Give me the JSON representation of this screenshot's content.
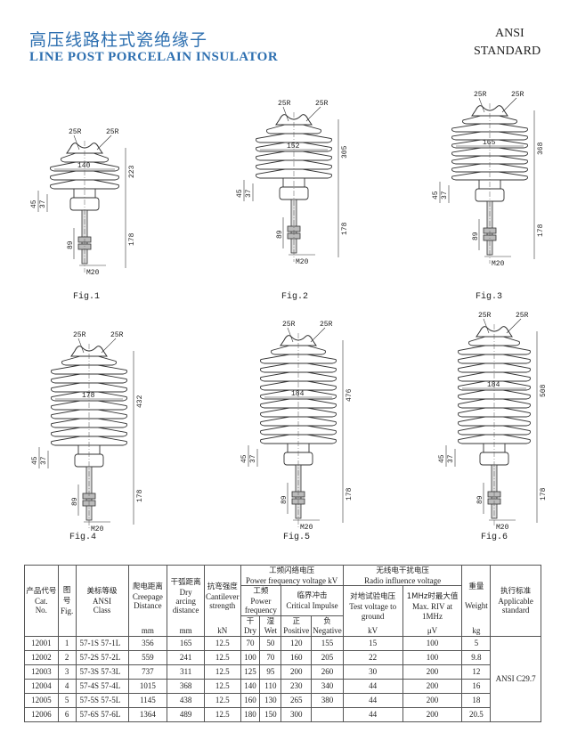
{
  "header": {
    "title_cn": "高压线路柱式瓷绝缘子",
    "title_en": "LINE POST PORCELAIN INSULATOR",
    "standard_line1": "ANSI",
    "standard_line2": "STANDARD"
  },
  "figures": [
    {
      "caption": "Fig.1",
      "top_radius": "25R",
      "side_radius": "25R",
      "diameter": "140",
      "height": "223",
      "dim_45": "45",
      "dim_37": "37",
      "base_height": "178",
      "stud_length": "89",
      "thread": "M20",
      "sheds": 4
    },
    {
      "caption": "Fig.2",
      "top_radius": "25R",
      "side_radius": "25R",
      "diameter": "152",
      "height": "305",
      "dim_45": "45",
      "dim_37": "37",
      "base_height": "178",
      "stud_length": "89",
      "thread": "M20",
      "sheds": 6
    },
    {
      "caption": "Fig.3",
      "top_radius": "25R",
      "side_radius": "25R",
      "diameter": "165",
      "height": "368",
      "dim_45": "45",
      "dim_37": "37",
      "base_height": "178",
      "stud_length": "89",
      "thread": "M20",
      "sheds": 8
    },
    {
      "caption": "Fig.4",
      "top_radius": "25R",
      "side_radius": "25R",
      "diameter": "178",
      "height": "432",
      "dim_45": "45",
      "dim_37": "37",
      "base_height": "178",
      "stud_length": "89",
      "thread": "M20",
      "sheds": 10
    },
    {
      "caption": "Fig.5",
      "top_radius": "25R",
      "side_radius": "25R",
      "diameter": "184",
      "height": "476",
      "dim_45": "45",
      "dim_37": "37",
      "base_height": "178",
      "stud_length": "89",
      "thread": "M20",
      "sheds": 11
    },
    {
      "caption": "Fig.6",
      "top_radius": "25R",
      "side_radius": "25R",
      "diameter": "184",
      "height": "508",
      "dim_45": "45",
      "dim_37": "37",
      "base_height": "178",
      "stud_length": "89",
      "thread": "M20",
      "sheds": 12
    }
  ],
  "table": {
    "headers": {
      "cat_cn": "产品代号",
      "cat_en1": "Cat.",
      "cat_en2": "No.",
      "fig_cn": "图号",
      "fig_en": "Fig.",
      "class_cn": "美标等级",
      "class_en1": "ANSI",
      "class_en2": "Class",
      "creep_cn": "爬电距离",
      "creep_en1": "Creepage",
      "creep_en2": "Distance",
      "creep_unit": "mm",
      "dry_cn": "干弧距离",
      "dry_en1": "Dry",
      "dry_en2": "arcing",
      "dry_en3": "distance",
      "dry_unit": "mm",
      "cant_cn": "抗弯强度",
      "cant_en1": "Cantilever",
      "cant_en2": "strength",
      "cant_unit": "kN",
      "pf_cn": "工频闪络电压",
      "pf_en": "Power frequency voltage kV",
      "pf_sub_cn": "工频",
      "pf_sub_en": "Power frequency",
      "ci_cn": "临界冲击",
      "ci_en": "Critical Impulse",
      "dry_cn2": "干",
      "dry_en4": "Dry",
      "wet_cn": "湿",
      "wet_en": "Wet",
      "pos_cn": "正",
      "pos_en": "Positive",
      "neg_cn": "负",
      "neg_en": "Negative",
      "riv_cn": "无线电干扰电压",
      "riv_en": "Radio influence voltage",
      "tv_cn": "对地试验电压",
      "tv_en1": "Test voltage to",
      "tv_en2": "ground",
      "tv_unit": "kV",
      "mr_cn": "1MHz时最大值",
      "mr_en1": "Max. RIV at",
      "mr_en2": "1MHz",
      "mr_unit": "μV",
      "wt_cn": "重量",
      "wt_en": "Weight",
      "wt_unit": "kg",
      "std_cn": "执行标准",
      "std_en1": "Applicable",
      "std_en2": "standard"
    },
    "rows": [
      {
        "cat": "12001",
        "fig": "1",
        "cls": "57-1S  57-1L",
        "creep": "356",
        "dry": "165",
        "cant": "12.5",
        "pfd": "70",
        "pfw": "50",
        "pos": "120",
        "neg": "155",
        "tv": "15",
        "riv": "100",
        "wt": "5"
      },
      {
        "cat": "12002",
        "fig": "2",
        "cls": "57-2S  57-2L",
        "creep": "559",
        "dry": "241",
        "cant": "12.5",
        "pfd": "100",
        "pfw": "70",
        "pos": "160",
        "neg": "205",
        "tv": "22",
        "riv": "100",
        "wt": "9.8"
      },
      {
        "cat": "12003",
        "fig": "3",
        "cls": "57-3S  57-3L",
        "creep": "737",
        "dry": "311",
        "cant": "12.5",
        "pfd": "125",
        "pfw": "95",
        "pos": "200",
        "neg": "260",
        "tv": "30",
        "riv": "200",
        "wt": "12"
      },
      {
        "cat": "12004",
        "fig": "4",
        "cls": "57-4S  57-4L",
        "creep": "1015",
        "dry": "368",
        "cant": "12.5",
        "pfd": "140",
        "pfw": "110",
        "pos": "230",
        "neg": "340",
        "tv": "44",
        "riv": "200",
        "wt": "16"
      },
      {
        "cat": "12005",
        "fig": "5",
        "cls": "57-5S  57-5L",
        "creep": "1145",
        "dry": "438",
        "cant": "12.5",
        "pfd": "160",
        "pfw": "130",
        "pos": "265",
        "neg": "380",
        "tv": "44",
        "riv": "200",
        "wt": "18"
      },
      {
        "cat": "12006",
        "fig": "6",
        "cls": "57-6S  57-6L",
        "creep": "1364",
        "dry": "489",
        "cant": "12.5",
        "pfd": "180",
        "pfw": "150",
        "pos": "300",
        "neg": "",
        "tv": "44",
        "riv": "200",
        "wt": "20.5"
      }
    ],
    "standard_value": "ANSI  C29.7"
  }
}
